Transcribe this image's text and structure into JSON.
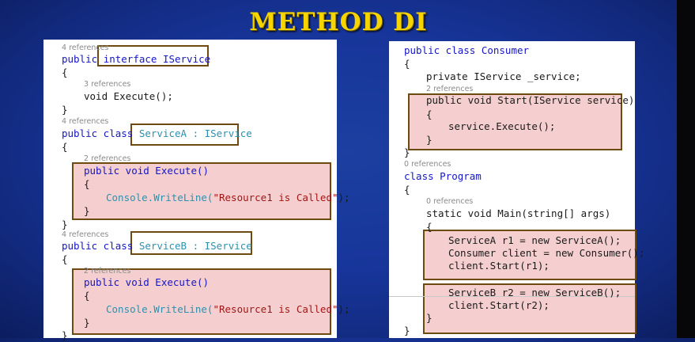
{
  "slide": {
    "title": "METHOD DI"
  },
  "left_code": {
    "r1": "4 references",
    "l1_kw": "public",
    "l1_rest": "interface IService",
    "l2": "{",
    "r2": "3 references",
    "l3": "void Execute();",
    "l4": "}",
    "r3": "4 references",
    "l5_kw": "public class",
    "l5_rest": "ServiceA : IService",
    "l6": "{",
    "r4": "2 references",
    "l7": "public void Execute()",
    "l8": "{",
    "l9_a": "Console.WriteLine(",
    "l9_str": "\"Resource1 is Called\"",
    "l9_b": ");",
    "l10": "}",
    "l11": "}",
    "r5": "4 references",
    "l12_kw": "public class",
    "l12_rest": "ServiceB : IService",
    "l13": "{",
    "r6": "2 references",
    "l14": "public void Execute()",
    "l15": "{",
    "l16_a": "Console.WriteLine(",
    "l16_str": "\"Resource1 is Called\"",
    "l16_b": ");",
    "l17": "}",
    "l18": "}"
  },
  "right_code": {
    "l1": "public class Consumer",
    "l2": "{",
    "l3": "private IService _service;",
    "r1": "2 references",
    "l4": "public void Start(IService service)",
    "l5": "{",
    "l6": "service.Execute();",
    "l7": "}",
    "l8": "}",
    "r2": "0 references",
    "l9": "class Program",
    "l10": "{",
    "r3": "0 references",
    "l11": "static void Main(string[] args)",
    "l12": "{",
    "l13": "ServiceA r1 = new ServiceA();",
    "l14": "Consumer client = new Consumer();",
    "l15": "client.Start(r1);",
    "l16": "ServiceB r2 = new ServiceB();",
    "l17": "client.Start(r2);",
    "l18": "}",
    "l19": "}"
  },
  "colors": {
    "title": "#f5d400",
    "background": "#17359a",
    "highlight_fill": "#eca8a8",
    "highlight_border": "#6d4b10",
    "keyword": "#1515c8",
    "type": "#2b91af",
    "string": "#a31515"
  }
}
